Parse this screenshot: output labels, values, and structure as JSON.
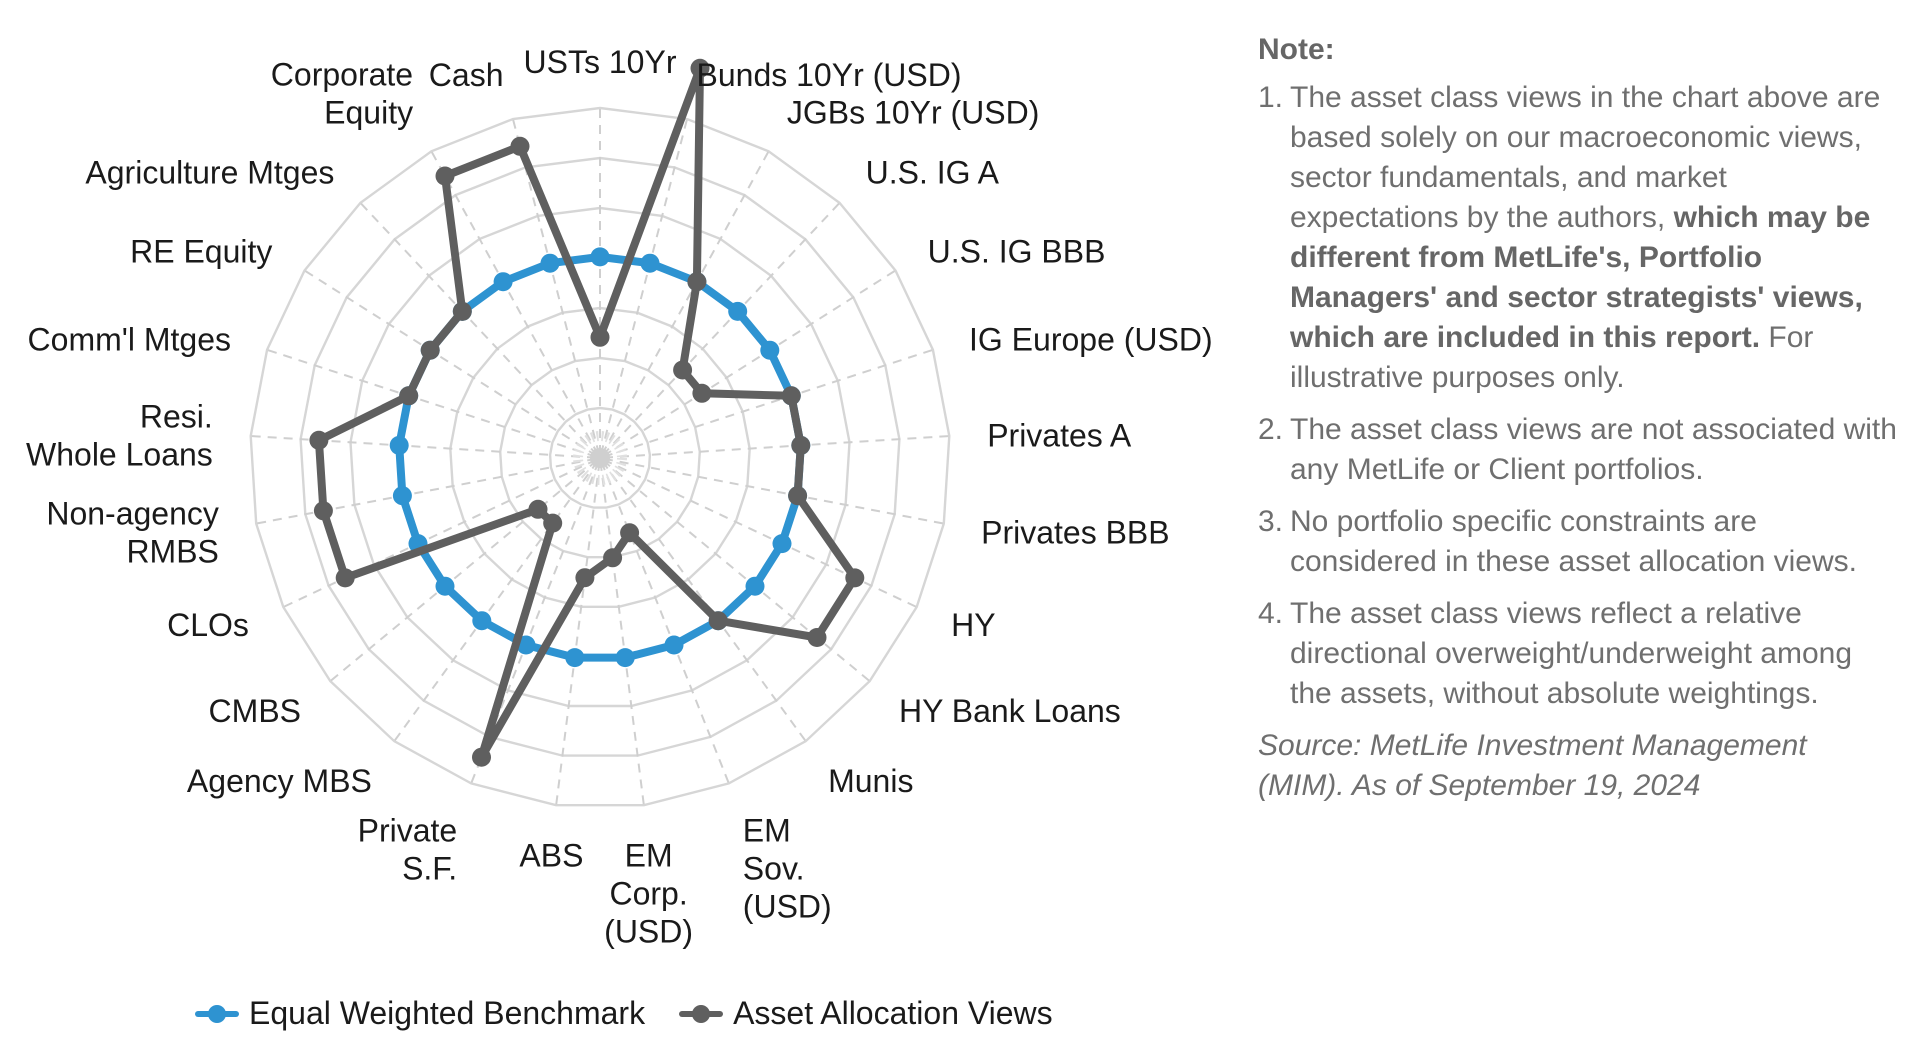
{
  "chart_data": {
    "type": "radar",
    "categories": [
      [
        "USTs 10Yr"
      ],
      [
        "Bunds 10Yr (USD)"
      ],
      [
        "JGBs 10Yr (USD)"
      ],
      [
        "U.S. IG A"
      ],
      [
        "U.S. IG BBB"
      ],
      [
        "IG Europe (USD)"
      ],
      [
        "Privates A"
      ],
      [
        "Privates BBB"
      ],
      [
        "HY"
      ],
      [
        "HY Bank Loans"
      ],
      [
        "Munis"
      ],
      [
        "EM",
        "Sov.",
        "(USD)"
      ],
      [
        "EM",
        "Corp.",
        "(USD)"
      ],
      [
        "ABS"
      ],
      [
        "Private",
        "S.F."
      ],
      [
        "Agency MBS"
      ],
      [
        "CMBS"
      ],
      [
        "CLOs"
      ],
      [
        "Non-agency",
        "RMBS"
      ],
      [
        "Resi.",
        "Whole Loans"
      ],
      [
        "Comm'l Mtges"
      ],
      [
        "RE Equity"
      ],
      [
        "Agriculture Mtges"
      ],
      [
        "Corporate",
        "Equity"
      ],
      [
        "Cash"
      ]
    ],
    "series": [
      {
        "name": "Equal Weighted Benchmark",
        "color": "#2e93d1",
        "values": [
          5,
          5,
          5,
          5,
          5,
          5,
          5,
          5,
          5,
          5,
          5,
          5,
          5,
          5,
          5,
          5,
          5,
          5,
          5,
          5,
          5,
          5,
          5,
          5,
          5
        ]
      },
      {
        "name": "Asset Allocation Views",
        "color": "#5f5f5f",
        "values": [
          3,
          10,
          5,
          3,
          3,
          5,
          5,
          5,
          7,
          7,
          5,
          2,
          2.5,
          3,
          8,
          2,
          2,
          7,
          7,
          7,
          5,
          5,
          5,
          8,
          8
        ]
      }
    ],
    "rmax": 8.7,
    "rings": 7,
    "grid": true,
    "legend_position": "bottom-left"
  },
  "legend": {
    "items": [
      {
        "label": "Equal Weighted Benchmark",
        "color": "#2e93d1"
      },
      {
        "label": "Asset Allocation Views",
        "color": "#5f5f5f"
      }
    ]
  },
  "notes": {
    "title": "Note:",
    "items": [
      {
        "num": "1.",
        "text_before": "The asset class views in the chart above are based solely on our macroeconomic views, sector fundamentals, and market expectations by the authors, ",
        "text_bold": "which may be different from MetLife's, Portfolio Managers' and sector strategists' views, which are included in this report.",
        "text_after": " For illustrative purposes only."
      },
      {
        "num": "2.",
        "text_before": "The asset class views are not associated with any MetLife or Client portfolios.",
        "text_bold": "",
        "text_after": ""
      },
      {
        "num": "3.",
        "text_before": "No portfolio specific constraints are considered in these asset allocation views.",
        "text_bold": "",
        "text_after": ""
      },
      {
        "num": "4.",
        "text_before": "The asset class views reflect a relative directional overweight/underweight among the assets, without absolute weightings.",
        "text_bold": "",
        "text_after": ""
      }
    ],
    "source": "Source: MetLife Investment Management (MIM). As of September 19, 2024"
  }
}
